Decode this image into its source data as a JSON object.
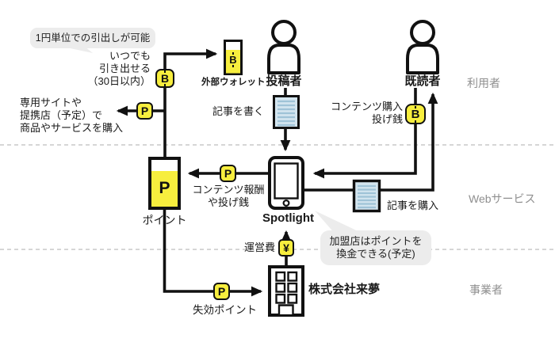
{
  "section_labels": {
    "users": "利用者",
    "web_service": "Webサービス",
    "business": "事業者"
  },
  "callouts": {
    "withdrawal": "1円単位での引出しが可能",
    "merchant_line1": "加盟店はポイントを",
    "merchant_line2": "換金できる(予定)"
  },
  "annotations": {
    "anytime_l1": "いつでも",
    "anytime_l2": "引き出せる",
    "anytime_l3": "（30日以内）",
    "spend_l1": "専用サイトや",
    "spend_l2": "提携店（予定）で",
    "spend_l3": "商品やサービスを購入",
    "write_article": "記事を書く",
    "purchase_l1": "コンテンツ購入",
    "purchase_l2": "投げ銭",
    "reward_l1": "コンテンツ報酬",
    "reward_l2": "や投げ銭",
    "buy_article": "記事を購入",
    "operating_cost": "運営費",
    "expired_points": "失効ポイント"
  },
  "nodes": {
    "external_wallet": "外部ウォレット",
    "poster": "投稿者",
    "reader": "既読者",
    "points": "ポイント",
    "spotlight": "Spotlight",
    "company": "株式会社来夢"
  },
  "badges": {
    "bitcoin": "B",
    "point": "P",
    "yen": "¥"
  },
  "wallet_symbols": {
    "external": "B",
    "points": "P"
  },
  "colors": {
    "accent_yellow": "#f7ee3e",
    "doc_fill": "#d3e5ef",
    "doc_lines": "#9fc3d7",
    "bubble_gray": "#ececec",
    "muted_text": "#8f8f8f",
    "line_black": "#111111",
    "divider_gray": "#c9c9c9"
  }
}
